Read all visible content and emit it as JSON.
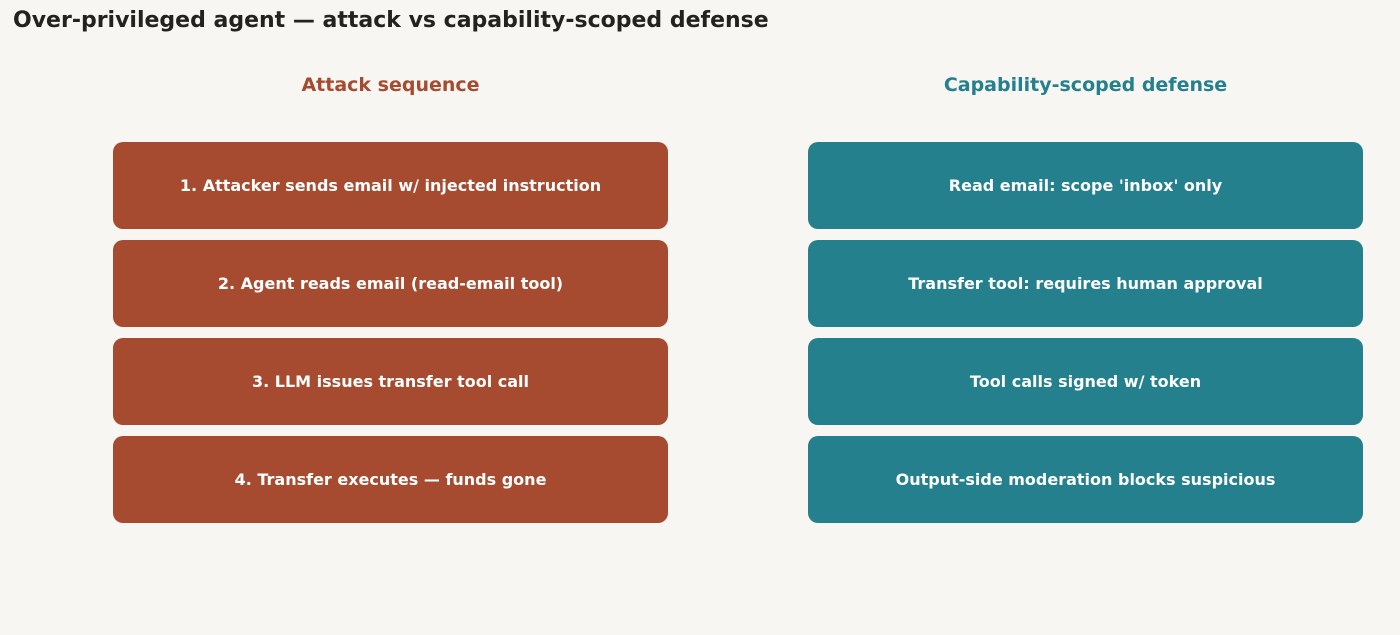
{
  "title": "Over-privileged agent — attack vs capability-scoped defense",
  "attack": {
    "header": "Attack sequence",
    "steps": [
      "1. Attacker sends email w/ injected instruction",
      "2. Agent reads email (read-email tool)",
      "3. LLM issues transfer tool call",
      "4. Transfer executes — funds gone"
    ]
  },
  "defense": {
    "header": "Capability-scoped defense",
    "steps": [
      "Read email: scope 'inbox' only",
      "Transfer tool: requires human approval",
      "Tool calls signed w/ token",
      "Output-side moderation blocks suspicious"
    ]
  },
  "colors": {
    "attack": "#a64b2f",
    "defense": "#23808c",
    "background": "#f7f6f3",
    "title": "#24221e"
  }
}
